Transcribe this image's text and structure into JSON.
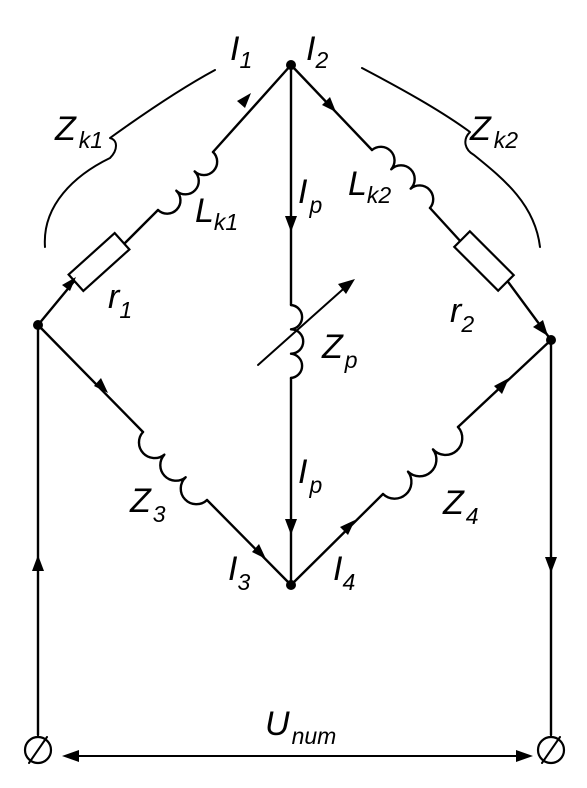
{
  "labels": {
    "I1": {
      "main": "I",
      "sub": "1"
    },
    "I2": {
      "main": "I",
      "sub": "2"
    },
    "I3": {
      "main": "I",
      "sub": "3"
    },
    "I4": {
      "main": "I",
      "sub": "4"
    },
    "Ip_top": {
      "main": "I",
      "sub": "p"
    },
    "Ip_bottom": {
      "main": "I",
      "sub": "p"
    },
    "Zk1": {
      "main": "Z",
      "sub": "k1"
    },
    "Zk2": {
      "main": "Z",
      "sub": "k2"
    },
    "Lk1": {
      "main": "L",
      "sub": "k1"
    },
    "Lk2": {
      "main": "L",
      "sub": "k2"
    },
    "r1": {
      "main": "r",
      "sub": "1"
    },
    "r2": {
      "main": "r",
      "sub": "2"
    },
    "Zp": {
      "main": "Z",
      "sub": "p"
    },
    "Z3": {
      "main": "Z",
      "sub": "3"
    },
    "Z4": {
      "main": "Z",
      "sub": "4"
    },
    "Unum": {
      "main": "U",
      "sub": "num"
    }
  },
  "icons": {
    "terminal": "circle-slash-icon",
    "node": "junction-dot-icon"
  }
}
